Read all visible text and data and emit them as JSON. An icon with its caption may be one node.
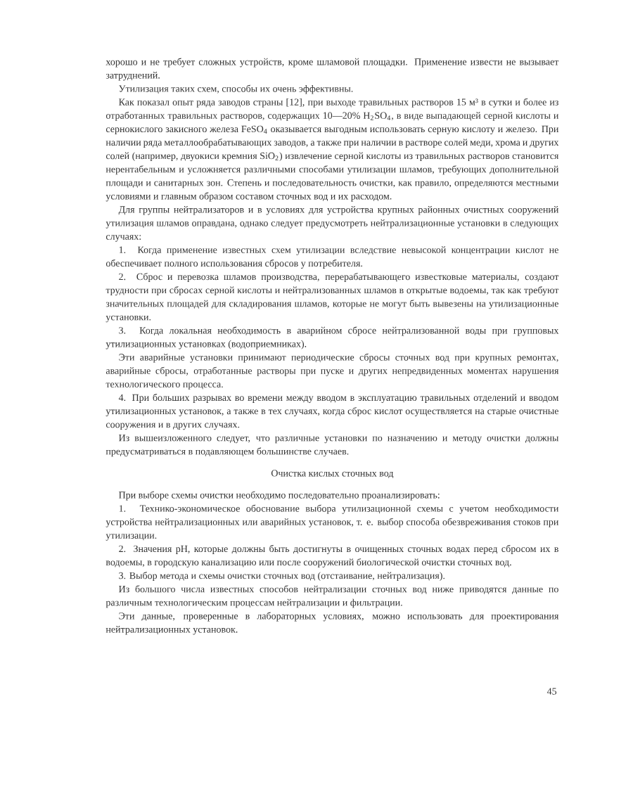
{
  "diagram": {
    "labels": [
      "хорошо и не требует сложных устройств, кроме шламовой площадки. Применение извести не вызывает затруднений.",
      "Утилизация таких схем, способы их очень эффективны.",
      "Как показал опыт ряда заводов страны [12], при выходе травильных растворов 15 м³ в сутки и более из отработанных травильных растворов, содержащих 10—20% H$_{2}$SO$_{4}$, в виде выпадающей серной кислоты и сернокислого закисного железа FeSO$_{4}$ оказывается выгодным использовать серную кислоту и железо. При наличии ряда металлообрабатывающих заводов, а также при наличии в растворе солей меди, хрома и других солей (например, двуокиси кремния SiO$_{2}$) извлечение серной кислоты из травильных растворов становится нерентабельным и усложняется различными способами утилизации шламов, требующих дополнительной площади и санитарных зон. Степень и последовательность очистки, как правило, определяются местными условиями и главным образом составом сточных вод и их расходом.",
      "Для группы нейтрализаторов и в условиях для устройства крупных районных очистных сооружений утилизация шламов оправдана, однако следует предусмотреть нейтрализационные установки в следующих случаях:",
      "1. Когда применение известных схем утилизации вследствие невысокой концентрации кислот не обеспечивает полного использования сбросов у потребителя.",
      "2. Сброс и перевозка шламов производства, перерабатывающего известковые материалы, создают трудности при сбросах серной кислоты и нейтрализованных шламов в открытые водоемы, так как требуют значительных площадей для складирования шламов, которые не могут быть вывезены на утилизационные установки.",
      "3. Когда локальная необходимость в аварийном сбросе нейтрализованной воды при групповых утилизационных установках (водоприемниках).",
      "Эти аварийные установки принимают периодические сбросы сточных вод при крупных ремонтах, аварийные сбросы, отработанные растворы при пуске и других непредвиденных моментах нарушения технологического процесса.",
      "4. При больших разрывах во времени между вводом в эксплуатацию травильных отделений и вводом утилизационных установок, а также в тех случаях, когда сброс кислот осуществляется на старые очистные сооружения и в других случаях.",
      "Из вышеизложенного следует, что различные установки по назначению и методу очистки должны предусматриваться в подавляющем большинстве случаев.",
      "Очистка кислых сточных вод",
      "При выборе схемы очистки необходимо последовательно проанализировать:",
      "1. Технико-экономическое обоснование выбора утилизационной схемы с учетом необходимости устройства нейтрализационных или аварийных установок, т. е. выбор способа обезвреживания стоков при утилизации.",
      "2. Значения pH, которые должны быть достигнуты в очищенных сточных водах перед сбросом их в водоемы, в городскую канализацию или после сооружений биологической очистки сточных вод.",
      "3. Выбор метода и схемы очистки сточных вод (отстаивание, нейтрализация).",
      "Из большого числа известных способов нейтрализации сточных вод ниже приводятся данные по различным технологическим процессам нейтрализации и фильтрации.",
      "Эти данные, проверенные в лабораторных условиях, можно использовать для проектирования нейтрализационных установок.",
      "45"
    ]
  }
}
